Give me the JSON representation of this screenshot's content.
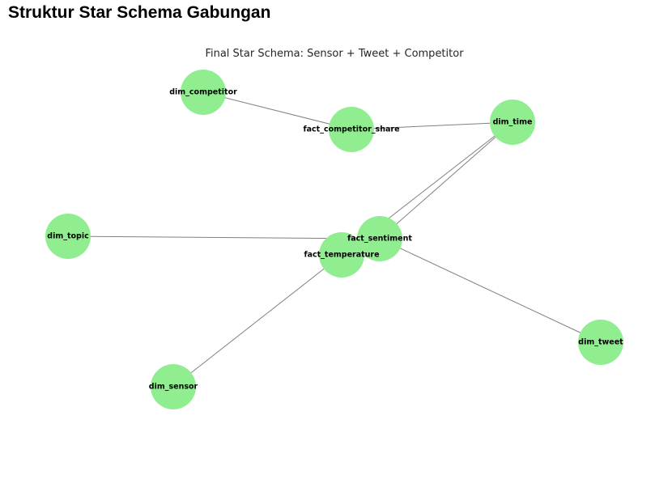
{
  "page": {
    "heading": "Struktur Star Schema Gabungan"
  },
  "diagram": {
    "title": "Final Star Schema: Sensor + Tweet + Competitor",
    "node_color": "#90ee90",
    "edge_color": "#808080",
    "nodes": [
      {
        "id": "dim_competitor",
        "label": "dim_competitor"
      },
      {
        "id": "fact_competitor_share",
        "label": "fact_competitor_share"
      },
      {
        "id": "dim_time",
        "label": "dim_time"
      },
      {
        "id": "dim_topic",
        "label": "dim_topic"
      },
      {
        "id": "fact_sentiment",
        "label": "fact_sentiment"
      },
      {
        "id": "fact_temperature",
        "label": "fact_temperature"
      },
      {
        "id": "dim_tweet",
        "label": "dim_tweet"
      },
      {
        "id": "dim_sensor",
        "label": "dim_sensor"
      }
    ],
    "edges": [
      [
        "dim_competitor",
        "fact_competitor_share"
      ],
      [
        "fact_competitor_share",
        "dim_time"
      ],
      [
        "dim_time",
        "fact_sentiment"
      ],
      [
        "dim_time",
        "fact_temperature"
      ],
      [
        "dim_topic",
        "fact_sentiment"
      ],
      [
        "fact_sentiment",
        "dim_tweet"
      ],
      [
        "fact_temperature",
        "dim_sensor"
      ]
    ]
  }
}
